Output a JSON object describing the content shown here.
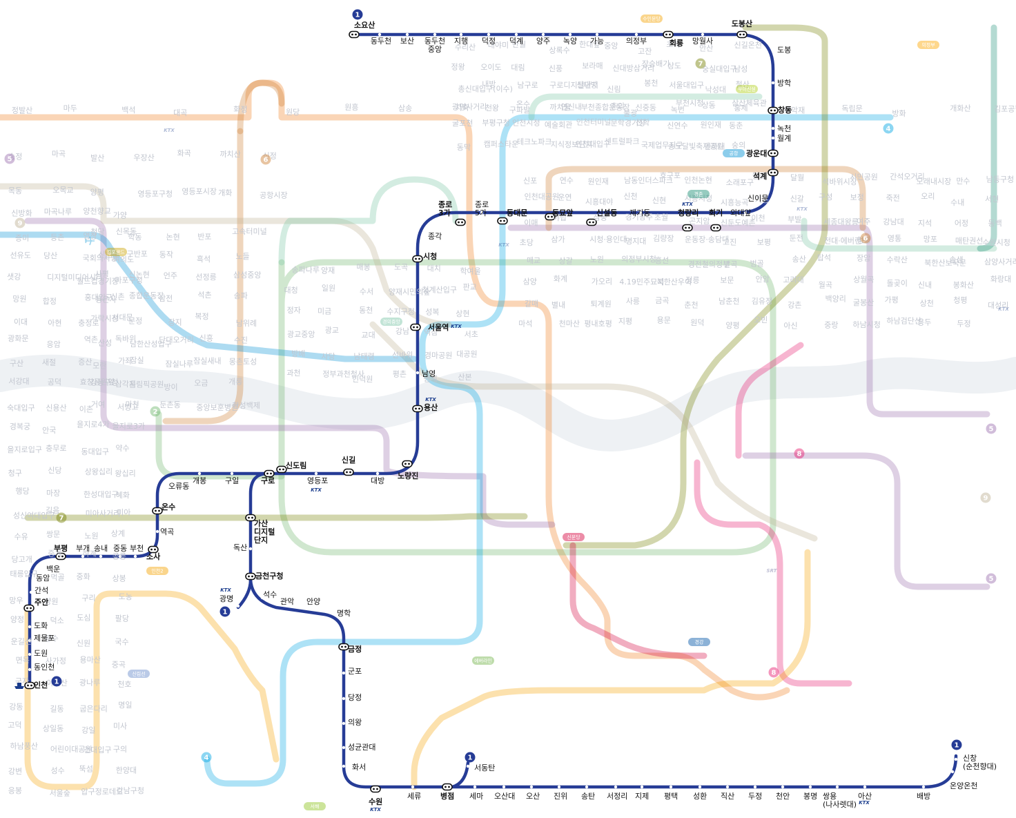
{
  "colors": {
    "line1": "#263C96",
    "line2": "#6DB56B",
    "line3": "#EF7C1C",
    "line4": "#00A4E3",
    "line5": "#996CAC",
    "line6": "#CD7C2F",
    "line7": "#747F00",
    "line8": "#E6186C",
    "line9": "#BDB092",
    "gyeongui": "#77C4A3",
    "suin": "#F5A200",
    "sinbundang": "#D4003B",
    "airport": "#0090D2",
    "gyeongchun": "#178C72",
    "river": "#EEF1F4",
    "ktx": "#1A3C8C"
  },
  "line1_stations": [
    {
      "name": "소요산",
      "major": true
    },
    {
      "name": "동두천"
    },
    {
      "name": "보산"
    },
    {
      "name": "동두천\n중앙"
    },
    {
      "name": "지행"
    },
    {
      "name": "덕정"
    },
    {
      "name": "덕계"
    },
    {
      "name": "양주"
    },
    {
      "name": "녹양"
    },
    {
      "name": "가능"
    },
    {
      "name": "의정부"
    },
    {
      "name": "회룡",
      "major": true
    },
    {
      "name": "망월사"
    },
    {
      "name": "도봉산",
      "major": true
    },
    {
      "name": "도봉"
    },
    {
      "name": "방학"
    },
    {
      "name": "창동",
      "major": true
    },
    {
      "name": "녹천"
    },
    {
      "name": "월계"
    },
    {
      "name": "광운대",
      "major": true
    },
    {
      "name": "석계",
      "major": true
    },
    {
      "name": "신이문"
    },
    {
      "name": "외대앞"
    },
    {
      "name": "회기",
      "major": true
    },
    {
      "name": "청량리",
      "major": true
    },
    {
      "name": "제기동"
    },
    {
      "name": "신설동",
      "major": true
    },
    {
      "name": "동묘앞",
      "major": true
    },
    {
      "name": "동대문",
      "major": true
    },
    {
      "name": "종로\n5가"
    },
    {
      "name": "종로\n3가",
      "major": true
    },
    {
      "name": "종각"
    },
    {
      "name": "시청",
      "major": true
    },
    {
      "name": "서울역",
      "major": true
    },
    {
      "name": "남영"
    },
    {
      "name": "용산",
      "major": true
    },
    {
      "name": "노량진",
      "major": true
    },
    {
      "name": "대방"
    },
    {
      "name": "신길",
      "major": true
    },
    {
      "name": "영등포"
    },
    {
      "name": "신도림",
      "major": true
    },
    {
      "name": "구로",
      "major": true
    },
    {
      "name": "구일"
    },
    {
      "name": "개봉"
    },
    {
      "name": "오류동"
    },
    {
      "name": "온수",
      "major": true
    },
    {
      "name": "역곡"
    },
    {
      "name": "소사",
      "major": true
    },
    {
      "name": "부천"
    },
    {
      "name": "중동"
    },
    {
      "name": "송내"
    },
    {
      "name": "부개"
    },
    {
      "name": "부평",
      "major": true
    },
    {
      "name": "백운"
    },
    {
      "name": "동암"
    },
    {
      "name": "간석"
    },
    {
      "name": "주안",
      "major": true
    },
    {
      "name": "도화"
    },
    {
      "name": "제물포"
    },
    {
      "name": "도원"
    },
    {
      "name": "동인천"
    },
    {
      "name": "인천",
      "major": true
    },
    {
      "name": "가산\n디지털\n단지",
      "major": true
    },
    {
      "name": "독산"
    },
    {
      "name": "금천구청",
      "major": true
    },
    {
      "name": "광명"
    },
    {
      "name": "석수"
    },
    {
      "name": "관악"
    },
    {
      "name": "안양"
    },
    {
      "name": "명학"
    },
    {
      "name": "금정",
      "major": true
    },
    {
      "name": "군포"
    },
    {
      "name": "당정"
    },
    {
      "name": "의왕"
    },
    {
      "name": "성균관대"
    },
    {
      "name": "화서"
    },
    {
      "name": "수원",
      "major": true
    },
    {
      "name": "세류"
    },
    {
      "name": "병점",
      "major": true
    },
    {
      "name": "서동탄"
    },
    {
      "name": "세마"
    },
    {
      "name": "오산대"
    },
    {
      "name": "오산"
    },
    {
      "name": "진위"
    },
    {
      "name": "송탄"
    },
    {
      "name": "서정리"
    },
    {
      "name": "지제"
    },
    {
      "name": "평택"
    },
    {
      "name": "성환"
    },
    {
      "name": "직산"
    },
    {
      "name": "두정"
    },
    {
      "name": "천안"
    },
    {
      "name": "봉명"
    },
    {
      "name": "쌍용\n(나사렛대)"
    },
    {
      "name": "아산"
    },
    {
      "name": "배방"
    },
    {
      "name": "온양온천"
    },
    {
      "name": "신창\n(순천향대)"
    }
  ],
  "faded_labels": [
    "정발산",
    "마두",
    "백석",
    "대곡",
    "화정",
    "원당",
    "원흥",
    "삼송",
    "지축",
    "구파발",
    "연신내",
    "불광",
    "녹번",
    "홍제",
    "무악재",
    "독립문",
    "방화",
    "개화산",
    "김포공항",
    "송정",
    "마곡",
    "발산",
    "우장산",
    "화곡",
    "까치산",
    "신정",
    "목동",
    "오목교",
    "양평",
    "영등포구청",
    "영등포시장",
    "개화",
    "공항시장",
    "신방화",
    "마곡나루",
    "양천향교",
    "가양",
    "증미",
    "등촌",
    "염창",
    "신목동",
    "선유도",
    "당산",
    "국회의사당",
    "여의도",
    "샛강",
    "디지털미디어시티",
    "월드컵경기장",
    "마포구청",
    "망원",
    "합정",
    "홍대입구",
    "신촌",
    "이대",
    "아현",
    "충정로",
    "서대문",
    "광화문",
    "응암",
    "역촌",
    "독바위",
    "구산",
    "새절",
    "증산",
    "가좌",
    "서강대",
    "공덕",
    "효창공원앞",
    "삼각지",
    "숙대입구",
    "신용산",
    "이촌",
    "서빙고",
    "경복궁",
    "안국",
    "을지로4가",
    "을지로3가",
    "을지로입구",
    "충무로",
    "동대입구",
    "약수",
    "청구",
    "신당",
    "상왕십리",
    "왕십리",
    "행당",
    "마장",
    "한성대입구",
    "혜화",
    "성신여대입구",
    "길음",
    "미아사거리",
    "미아",
    "수유",
    "쌍문",
    "노원",
    "상계",
    "당고개",
    "중계",
    "하계",
    "공릉",
    "태릉입구",
    "먹골",
    "중화",
    "상봉",
    "망우",
    "양원",
    "구리",
    "도농",
    "양정",
    "덕소",
    "도심",
    "팔당",
    "운길산",
    "양수",
    "신원",
    "국수",
    "면목",
    "사가정",
    "용마산",
    "중곡",
    "군자",
    "아차산",
    "광나루",
    "천호",
    "강동",
    "길동",
    "굽은다리",
    "명일",
    "고덕",
    "상일동",
    "강일",
    "미사",
    "하남풍산",
    "어린이대공원",
    "건대입구",
    "구의",
    "강변",
    "성수",
    "뚝섬",
    "한양대",
    "응봉",
    "서울숲",
    "압구정로데오",
    "강남구청",
    "청담",
    "학동",
    "논현",
    "반포",
    "고속터미널",
    "신반포",
    "구반포",
    "동작",
    "흑석",
    "노들",
    "사평",
    "신논현",
    "언주",
    "선정릉",
    "삼성중앙",
    "봉은사",
    "종합운동장",
    "삼전",
    "석촌",
    "송파",
    "가락시장",
    "문정",
    "장지",
    "복정",
    "남위례",
    "산성",
    "남한산성입구",
    "단대오거리",
    "신흥",
    "수진",
    "모란",
    "잠실",
    "잠실나루",
    "잠실새내",
    "몽촌토성",
    "강동구청",
    "올림픽공원",
    "방이",
    "오금",
    "개롱",
    "거여",
    "마천",
    "둔촌동",
    "중앙보훈병원",
    "한성백제",
    "송파나루",
    "양재",
    "매봉",
    "도곡",
    "대치",
    "학여울",
    "대청",
    "일원",
    "수서",
    "양재시민의숲",
    "청계산입구",
    "판교",
    "정자",
    "미금",
    "동천",
    "수지구청",
    "성복",
    "상현",
    "광교중앙",
    "광교",
    "교대",
    "강남",
    "역삼",
    "서초",
    "방배",
    "사당",
    "남태령",
    "선바위",
    "경마공원",
    "대공원",
    "과천",
    "정부과천청사",
    "인덕원",
    "평촌",
    "범계",
    "산본",
    "수리산",
    "대야미",
    "반월",
    "상록수",
    "한대앞",
    "중앙",
    "고잔",
    "초지",
    "안산",
    "신길온천",
    "정왕",
    "오이도",
    "대림",
    "신풍",
    "보라매",
    "신대방삼거리",
    "장승배기",
    "상도",
    "숭실대입구",
    "남성",
    "총신대입구(이수)",
    "내방",
    "남구로",
    "구로디지털단지",
    "신대방",
    "신림",
    "봉천",
    "서울대입구",
    "낙성대",
    "철산",
    "광명사거리",
    "천왕",
    "온수",
    "까치울",
    "부천종합운동장",
    "춘의",
    "신중동",
    "부천시청",
    "상동",
    "삼산체육관",
    "굴포천",
    "부평구청",
    "인천시청",
    "예술회관",
    "인천터미널",
    "문학경기장",
    "선학",
    "신연수",
    "원인재",
    "동춘",
    "동막",
    "캠퍼스타운",
    "테크노파크",
    "지식정보단지",
    "인천대입구",
    "센트럴파크",
    "국제업무지구",
    "송도달빛축제공원",
    "인하대",
    "숭의",
    "신포",
    "연수",
    "원인재",
    "남동인더스파크",
    "호구포",
    "인천논현",
    "소래포구",
    "월곶",
    "달월",
    "석바위시장",
    "시민공원",
    "간석오거리",
    "모래내시장",
    "만수",
    "남동구청",
    "인천대공원",
    "운연",
    "시흥대야",
    "신천",
    "신현",
    "시흥시청",
    "시흥능곡",
    "기흥",
    "신갈",
    "구성",
    "보정",
    "죽전",
    "오리",
    "수내",
    "서현",
    "이매",
    "야탑",
    "삼동",
    "경기광주",
    "초월",
    "곤지암",
    "신둔도예촌",
    "이천",
    "부발",
    "세종대왕릉",
    "여주",
    "강남대",
    "지석",
    "어정",
    "동백",
    "초당",
    "삼가",
    "시청·용인대",
    "명지대",
    "김량장",
    "운동장·송담대",
    "고진",
    "보평",
    "둔전",
    "전대·에버랜드",
    "청명",
    "영통",
    "망포",
    "매탄권선",
    "수원시청",
    "매교",
    "상갈",
    "노원",
    "의정부시청",
    "흥선",
    "경전철의정부",
    "발곡",
    "범골",
    "송산",
    "탑석",
    "장암",
    "수락산",
    "북한산보국문",
    "솔샘",
    "삼양사거리",
    "삼양",
    "화계",
    "가오리",
    "4.19민주묘지",
    "북한산우이",
    "정릉",
    "보문",
    "안암",
    "고려대",
    "월곡",
    "상월곡",
    "돌곶이",
    "신내",
    "봉화산",
    "화랑대",
    "갈매",
    "별내",
    "퇴계원",
    "사릉",
    "금곡",
    "춘천",
    "남춘천",
    "김유정",
    "강촌",
    "백양리",
    "굴봉산",
    "가평",
    "상천",
    "청평",
    "대성리",
    "마석",
    "천마산",
    "평내호평",
    "지평",
    "용문",
    "원덕",
    "양평",
    "오빈",
    "아신",
    "중랑",
    "하남시청",
    "하남검단산",
    "용두",
    "두정"
  ],
  "badges": [
    {
      "number": "1",
      "color_key": "line1"
    },
    {
      "number": "2",
      "color_key": "line2"
    },
    {
      "number": "4",
      "color_key": "line4"
    },
    {
      "number": "5",
      "color_key": "line5"
    },
    {
      "number": "6",
      "color_key": "line6"
    },
    {
      "number": "7",
      "color_key": "line7"
    },
    {
      "number": "8",
      "color_key": "line8"
    },
    {
      "number": "9",
      "color_key": "line9"
    }
  ],
  "small_badges": [
    "김포골드",
    "경의중앙",
    "공항",
    "신분당",
    "경춘",
    "우이신설",
    "경강",
    "에버라인",
    "서해",
    "수인분당",
    "의정부",
    "신림선",
    "인천2"
  ],
  "markers": {
    "ktx": "KTX",
    "srt": "SRT",
    "airport_icon": "airplane-icon",
    "ferry_icon": "ferry-icon"
  }
}
